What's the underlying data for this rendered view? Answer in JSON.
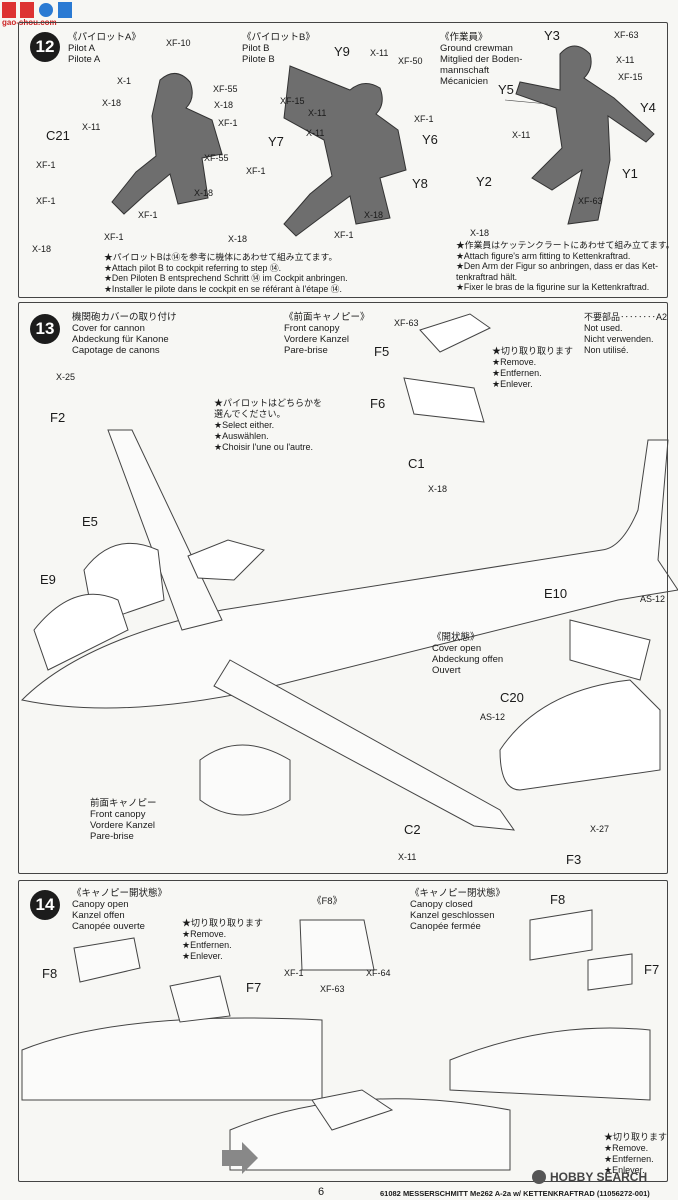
{
  "watermark_top": {
    "text": "gao-shou.com"
  },
  "step12": {
    "number": "12",
    "pilotA": {
      "title": "《パイロットA》",
      "en": "Pilot A",
      "fr": "Pilote A"
    },
    "pilotB": {
      "title": "《パイロットB》",
      "en": "Pilot B",
      "fr": "Pilote B"
    },
    "crew": {
      "title": "《作業員》",
      "lines": [
        "Ground crewman",
        "Mitglied der Boden-",
        "mannschaft",
        "Mécanicien"
      ]
    },
    "pilotA_parts": [
      "XF-10",
      "X-1",
      "XF-55",
      "X-18",
      "X-18",
      "X-11",
      "XF-1",
      "C21",
      "XF-55",
      "XF-1",
      "X-18",
      "XF-1",
      "XF-1",
      "X-18"
    ],
    "pilotB_parts": [
      "Y9",
      "X-11",
      "XF-50",
      "XF-15",
      "X-11",
      "XF-1",
      "X-11",
      "Y6",
      "Y7",
      "XF-1",
      "Y8",
      "X-18",
      "X-18",
      "XF-1"
    ],
    "crew_parts": [
      "Y3",
      "XF-63",
      "X-11",
      "XF-15",
      "Y5",
      "Y4",
      "X-11",
      "Y1",
      "Y2",
      "XF-63",
      "X-18"
    ],
    "noteB": [
      "★パイロットBは⑭を参考に機体にあわせて組み立てます。",
      "★Attach pilot B to cockpit referring to step ⑭.",
      "★Den Piloten B entsprechend Schritt ⑭ im Cockpit anbringen.",
      "★Installer le pilote dans le cockpit en se référant à l'étape ⑭."
    ],
    "noteCrew": [
      "★作業員はケッテンクラートにあわせて組み立てます。",
      "★Attach figure's arm fitting to Kettenkraftrad.",
      "★Den Arm der Figur so anbringen, dass er das Ket-",
      "tenkraftrad hält.",
      "★Fixer le bras de la figurine sur la Kettenkraftrad."
    ]
  },
  "step13": {
    "number": "13",
    "cannon": {
      "lines": [
        "機関砲カバーの取り付け",
        "Cover for cannon",
        "Abdeckung für Kanone",
        "Capotage de canons"
      ]
    },
    "front": {
      "lines": [
        "《前面キャノピー》",
        "Front canopy",
        "Vordere Kanzel",
        "Pare-brise"
      ]
    },
    "notused": {
      "head": "不要部品‥‥‥‥A2",
      "lines": [
        "Not used.",
        "Nicht verwenden.",
        "Non utilisé."
      ]
    },
    "remove": [
      "★切り取り取ります",
      "★Remove.",
      "★Entfernen.",
      "★Enlever."
    ],
    "select": [
      "★パイロットはどちらかを",
      "選んでください。",
      "★Select either.",
      "★Auswählen.",
      "★Choisir l'une ou l'autre."
    ],
    "open": {
      "lines": [
        "《開状態》",
        "Cover open",
        "Abdeckung offen",
        "Ouvert"
      ]
    },
    "front_bottom": {
      "lines": [
        "前面キャノピー",
        "Front canopy",
        "Vordere Kanzel",
        "Pare-brise"
      ]
    },
    "parts": {
      "xf63": "XF-63",
      "f5": "F5",
      "f6": "F6",
      "x25": "X-25",
      "f2": "F2",
      "c1": "C1",
      "x18": "X-18",
      "e5": "E5",
      "e9": "E9",
      "e10": "E10",
      "as12a": "AS-12",
      "c20": "C20",
      "as12b": "AS-12",
      "c2": "C2",
      "x11": "X-11",
      "x27": "X-27",
      "f3": "F3"
    }
  },
  "step14": {
    "number": "14",
    "open": {
      "lines": [
        "《キャノピー開状態》",
        "Canopy open",
        "Kanzel offen",
        "Canopée ouverte"
      ]
    },
    "f8box": {
      "title": "《F8》"
    },
    "closed": {
      "lines": [
        "《キャノピー閉状態》",
        "Canopy closed",
        "Kanzel geschlossen",
        "Canopée fermée"
      ]
    },
    "remove": [
      "★切り取り取ります",
      "★Remove.",
      "★Entfernen.",
      "★Enlever."
    ],
    "remove2": [
      "★切り取ります",
      "★Remove.",
      "★Entfernen.",
      "★Enlever."
    ],
    "parts": {
      "f8a": "F8",
      "f7a": "F7",
      "xf1": "XF-1",
      "xf64": "XF-64",
      "xf63": "XF-63",
      "f8b": "F8",
      "f7b": "F7"
    }
  },
  "footer": {
    "page": "6",
    "code": "61082 MESSERSCHMITT Me262 A-2a w/ KETTENKRAFTRAD (11056272-001)",
    "hobby": "HOBBY SEARCH"
  }
}
